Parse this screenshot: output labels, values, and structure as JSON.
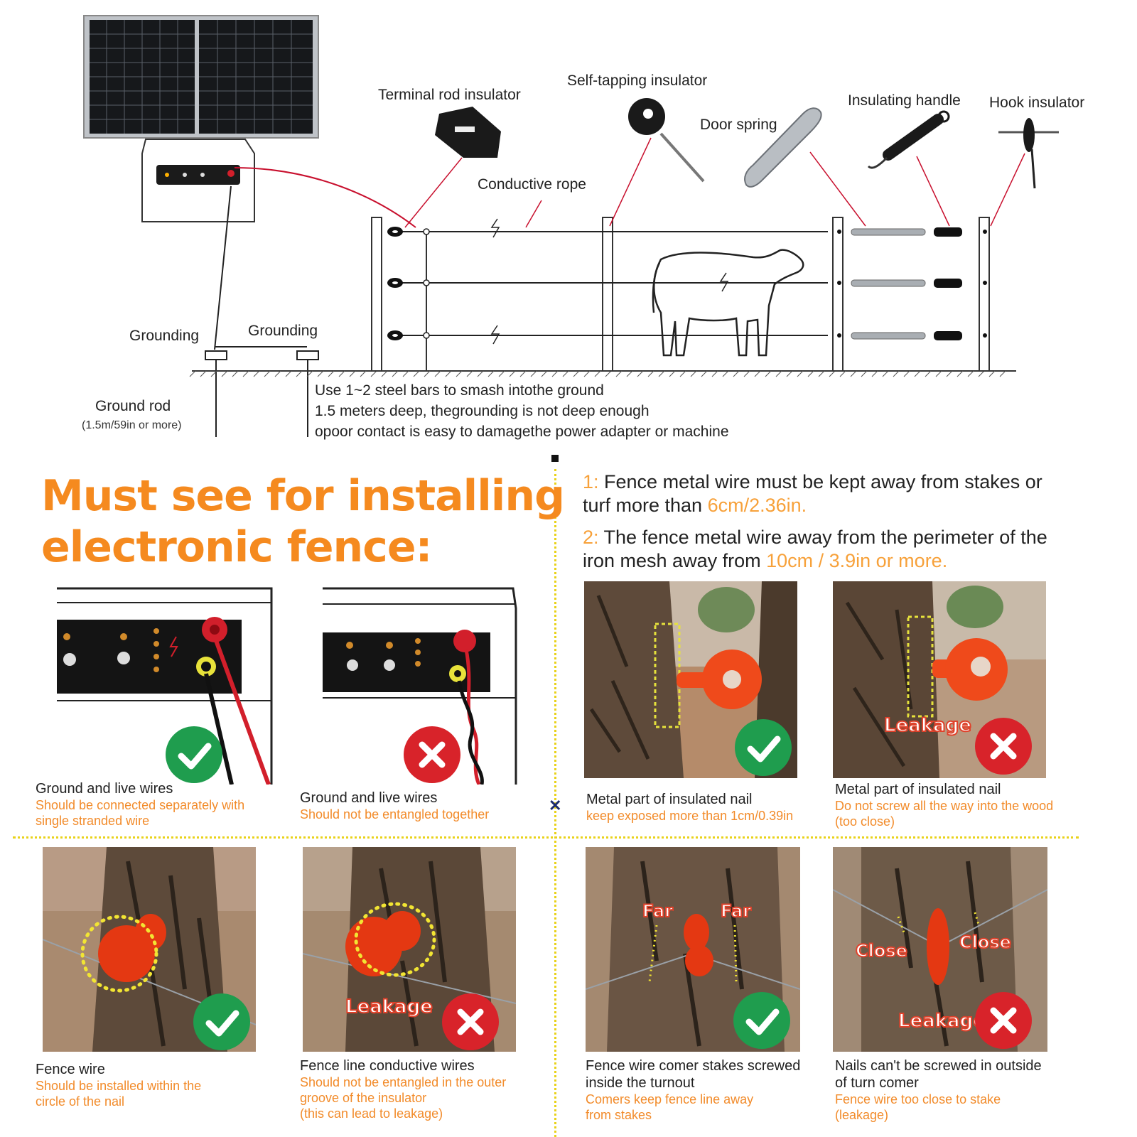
{
  "diagram": {
    "labels": {
      "terminal_rod_insulator": "Terminal rod insulator",
      "self_tapping_insulator": "Self-tapping insulator",
      "door_spring": "Door spring",
      "insulating_handle": "Insulating handle",
      "hook_insulator": "Hook insulator",
      "conductive_rope": "Conductive rope",
      "grounding_1": "Grounding",
      "grounding_2": "Grounding",
      "ground_rod": "Ground rod",
      "ground_rod_spec": "(1.5m/59in or more)"
    },
    "grounding_note": [
      "Use 1~2 steel bars to smash intothe ground",
      "1.5 meters deep, thegrounding is not deep enough",
      "opoor contact is easy to damagethe power adapter or machine"
    ]
  },
  "headline": {
    "line1": "Must see for installing",
    "line2": "electronic fence:"
  },
  "tips": {
    "tip1": {
      "num": "1:",
      "text_a": " Fence metal wire must be kept away from stakes or",
      "text_b": "turf more than ",
      "highlight": "6cm/2.36in."
    },
    "tip2": {
      "num": "2:",
      "text_a": " The fence metal wire away from the perimeter of the",
      "text_b": "iron mesh away from ",
      "highlight": "10cm / 3.9in or more."
    }
  },
  "panels": [
    {
      "title": "Ground and live wires",
      "detail": [
        "Should be connected separately with",
        "single stranded wire"
      ],
      "status": "correct"
    },
    {
      "title": "Ground and live wires",
      "detail": [
        "Should not be entangled together"
      ],
      "status": "wrong"
    },
    {
      "title": "Metal part of insulated nail",
      "detail": [
        "keep exposed more than 1cm/0.39in"
      ],
      "status": "correct"
    },
    {
      "title": "Metal part of insulated nail",
      "detail": [
        "Do not screw all the way into the wood",
        "(too close)"
      ],
      "status": "wrong",
      "overlay": [
        "Leakage"
      ]
    },
    {
      "title": "Fence wire",
      "detail": [
        "Should be installed within the",
        "circle of the nail"
      ],
      "status": "correct"
    },
    {
      "title": "Fence line conductive wires",
      "detail": [
        "Should not be entangled in the outer",
        "groove of the insulator",
        "(this can lead to leakage)"
      ],
      "status": "wrong",
      "overlay": [
        "Leakage"
      ]
    },
    {
      "title_lines": [
        "Fence wire comer stakes screwed",
        "inside the turnout"
      ],
      "detail": [
        "Comers keep fence line away",
        "from stakes"
      ],
      "status": "correct",
      "overlay": [
        "Far",
        "Far"
      ]
    },
    {
      "title_lines": [
        "Nails can't be screwed in outside",
        "of turn comer"
      ],
      "detail": [
        "Fence wire too close to stake",
        "(leakage)"
      ],
      "status": "wrong",
      "overlay": [
        "Close",
        "Close",
        "Leakage"
      ]
    }
  ],
  "colors": {
    "accent_orange": "#f58a1f",
    "tip_orange": "#f7a13a",
    "correct_green": "#1f9d4e",
    "wrong_red": "#d8232a",
    "divider_yellow": "#e9d21a",
    "pointer_red": "#c8102e"
  }
}
